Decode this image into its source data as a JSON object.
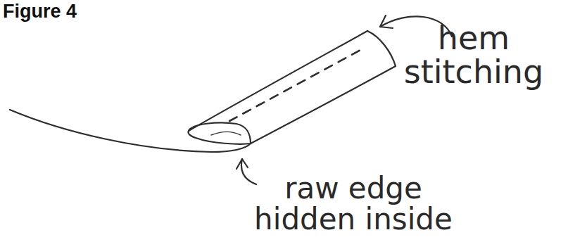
{
  "diagram": {
    "title": "Figure 4",
    "labels": [
      "hem stitching",
      "raw edge hidden inside"
    ]
  }
}
